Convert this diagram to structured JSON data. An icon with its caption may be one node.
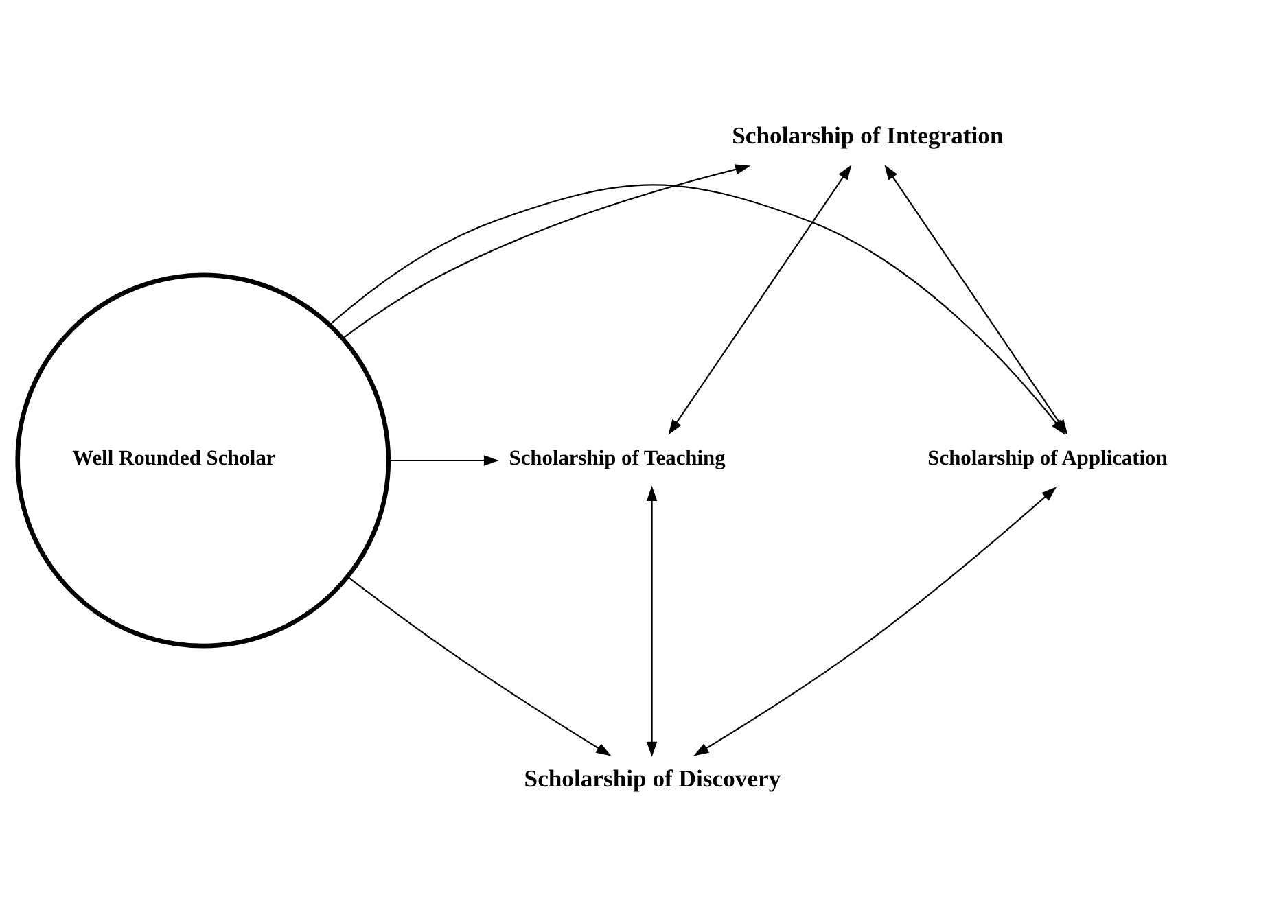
{
  "diagram": {
    "nodes": [
      {
        "text": [
          "Well Rounded Scholar"
        ]
      },
      {
        "text": [
          "Scholarship of Integration"
        ]
      },
      {
        "text": [
          "Scholarship of Application"
        ]
      },
      {
        "text": [
          "Scholarship of Teaching"
        ]
      },
      {
        "text": [
          "Scholarship of Discovery"
        ]
      }
    ],
    "edges": [
      {
        "from": 0,
        "to": 1,
        "arrow": "to"
      },
      {
        "from": 0,
        "to": 2,
        "arrow": "to"
      },
      {
        "from": 0,
        "to": 3,
        "arrow": "to"
      },
      {
        "from": 0,
        "to": 4,
        "arrow": "to"
      },
      {
        "from": 1,
        "to": 2,
        "arrow": "both"
      },
      {
        "from": 1,
        "to": 3,
        "arrow": "both"
      },
      {
        "from": 2,
        "to": 4,
        "arrow": "both"
      },
      {
        "from": 3,
        "to": 4,
        "arrow": "both"
      }
    ]
  }
}
